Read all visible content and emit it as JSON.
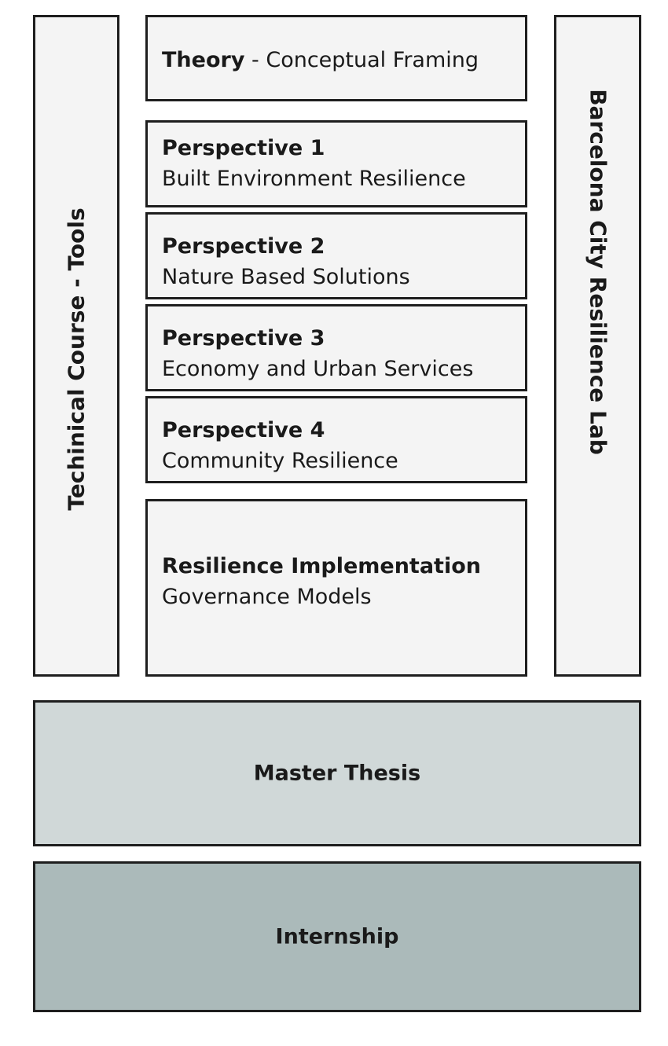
{
  "left_column": {
    "label": "Techinical Course - Tools"
  },
  "right_column": {
    "label": "Barcelona City Resilience Lab"
  },
  "theory": {
    "title": "Theory",
    "separator": " - ",
    "subtitle": "Conceptual Framing"
  },
  "perspectives": [
    {
      "title": "Perspective 1",
      "subtitle": "Built Environment Resilience"
    },
    {
      "title": "Perspective 2",
      "subtitle": "Nature Based Solutions"
    },
    {
      "title": "Perspective 3",
      "subtitle": "Economy and Urban Services"
    },
    {
      "title": "Perspective 4",
      "subtitle": "Community Resilience"
    }
  ],
  "implementation": {
    "title": "Resilience Implementation",
    "subtitle": "Governance Models"
  },
  "thesis": {
    "label": "Master Thesis",
    "color": "#d0d8d8"
  },
  "internship": {
    "label": "Internship",
    "color": "#abbaba"
  },
  "box_fill": "#f4f4f4"
}
